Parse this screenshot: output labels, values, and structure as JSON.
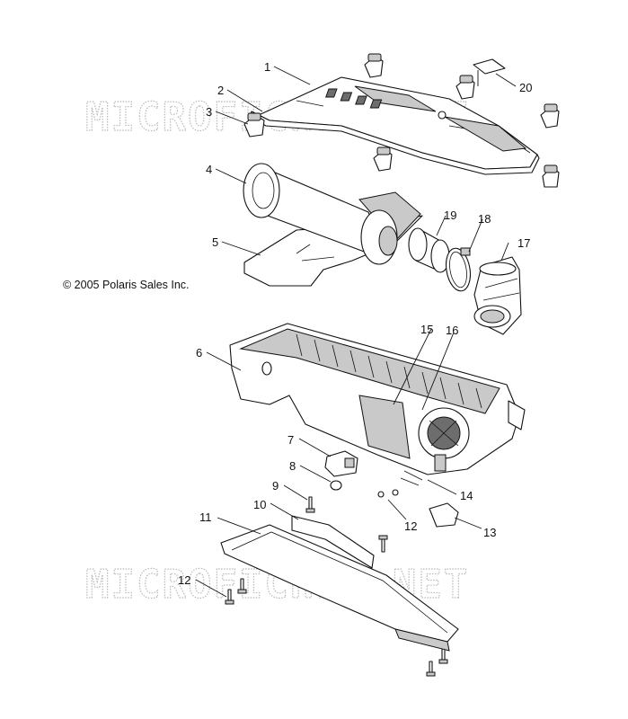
{
  "copyright": "© 2005 Polaris Sales Inc.",
  "watermark": "MICROFICHES.NET",
  "callouts": {
    "c1": "1",
    "c2": "2",
    "c3": "3",
    "c4": "4",
    "c5": "5",
    "c6": "6",
    "c7": "7",
    "c8": "8",
    "c9": "9",
    "c10": "10",
    "c11": "11",
    "c12a": "12",
    "c12b": "12",
    "c13": "13",
    "c14": "14",
    "c15": "15",
    "c16": "16",
    "c17": "17",
    "c18": "18",
    "c19": "19",
    "c20": "20"
  }
}
